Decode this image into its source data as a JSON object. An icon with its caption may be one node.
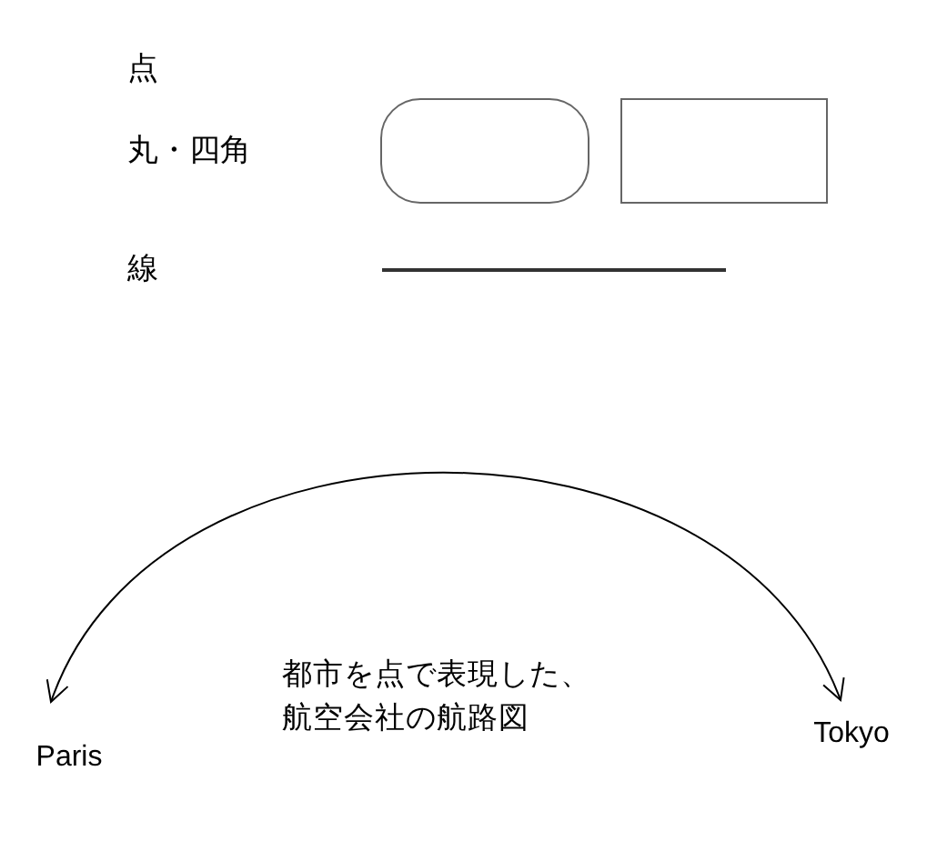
{
  "diagram": {
    "caption": "都市を点で表現した、航空会社の航路図",
    "nodes": [
      {
        "text": [],
        "shape": "capsule"
      },
      {
        "text": [],
        "shape": "box"
      },
      {
        "text": [
          "Paris"
        ]
      },
      {
        "text": [
          "Tokyo"
        ]
      }
    ],
    "edges": [
      {
        "from": 2,
        "to": 3,
        "arrow": "both"
      }
    ],
    "labels": [
      "点",
      "丸・四角",
      "線"
    ]
  }
}
